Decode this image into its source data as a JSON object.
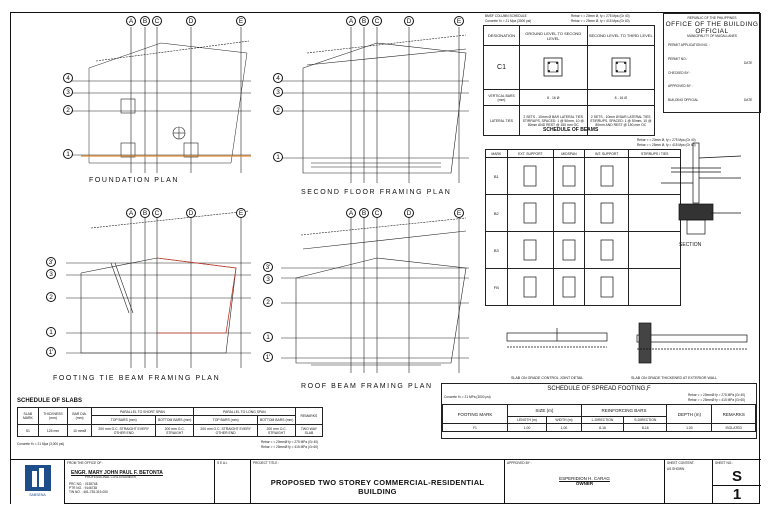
{
  "plans": {
    "foundation": "FOUNDATION PLAN",
    "second_floor": "SECOND FLOOR FRAMING PLAN",
    "footing_tie": "FOOTING TIE BEAM FRAMING PLAN",
    "roof_beam": "ROOF BEAM FRAMING PLAN"
  },
  "grid_letters": [
    "A",
    "B",
    "C",
    "D",
    "E"
  ],
  "grid_numbers_top": [
    "4",
    "3",
    "2",
    "1"
  ],
  "grid_numbers_bottom": [
    "3'",
    "3",
    "2",
    "1",
    "1'"
  ],
  "column_schedule": {
    "title": "BMSF COLUMN SCHEDULE",
    "note1": "Concrete f'c = 21 Mpa (3000 psi)",
    "note2a": "Rebar < = 20mm Ø, fy = 275 Mpa (Gr 40)",
    "note2b": "Rebar > = 25mm Ø, fy = 415 Mpa (Gr 60)",
    "headers": [
      "DESIGNATION",
      "GROUND LEVEL TO SECOND LEVEL",
      "SECOND LEVEL TO THIRD LEVEL"
    ],
    "mark": "C1",
    "row_vertical": "VERTICAL BARS (mm)",
    "row_lateral": "LATERAL TIES",
    "vbars1": "8 - 16 Ø",
    "vbars2": "8 - 16 Ø",
    "ties1": "2 SETS - 10mm Ø BAR LATERAL TIES STIRRUPS, SPACED: 1 @ 50mm, 10 @ 80mm AND REST @ 150 mm OC",
    "ties2": "2 SETS - 10mm Ø BAR LATERAL TIES STIRRUPS, SPACED: 1 @ 50mm, 10 @ 80mm AND REST @ 150 mm OC"
  },
  "approval": {
    "republic": "REPUBLIC OF THE PHILIPPINES",
    "office1": "OFFICE OF THE BUILDING",
    "office2": "OFFICIAL",
    "place": "MUNICIPALITY OF MAGALLANES",
    "permit_no": "PERMIT NO.:",
    "permit_app": "PERMIT APPLICATION NO. :",
    "date1": "DATE",
    "checked": "CHECKED BY :",
    "approved": "APPROVED BY :",
    "official": "BUILDING OFFICIAL",
    "date2": "DATE"
  },
  "beams": {
    "title": "SCHEDULE OF BEAMS",
    "notes": [
      "Rebar < = 20mm Ø, fy = 275 Mpa (Gr 40)",
      "Rebar > = 25mm Ø, fy = 415 Mpa (Gr 60)"
    ],
    "headers": [
      "MARK",
      "EXT. SUPPORT",
      "MIDSPAN",
      "INT. SUPPORT",
      "STIRRUPS / TIES"
    ],
    "rows": [
      "B1",
      "B2",
      "B3",
      "FB"
    ]
  },
  "section": {
    "label": "SECTION"
  },
  "details": {
    "left": "SLAB ON GRADE CONTROL JOINT DETAIL",
    "right": "SLAB ON GRADE THICKENED AT EXTERIOR WALL"
  },
  "slabs": {
    "title": "SCHEDULE OF SLABS",
    "headers": [
      "SLAB MARK",
      "THICKNESS (mm)",
      "BAR DIA. (mm)",
      "PARALLEL TO SHORT SPAN",
      "PARALLEL TO LONG SPAN",
      "REMARKS"
    ],
    "sub": [
      "TOP BARS (mm)",
      "BOTTOM BARS (mm)",
      "TOP BARS (mm)",
      "BOTTOM BARS (mm)"
    ],
    "row": [
      "S1",
      "125 mm",
      "10 mmØ",
      "200 mm O.C. STRAIGHT EVERY OTHER END",
      "200 mm O.C. STRAIGHT",
      "200 mm O.C. STRAIGHT EVERY OTHER END",
      "200 mm O.C. STRAIGHT",
      "TWO WAY SLAB"
    ],
    "note_left": "Concrete f'c = 21 Mpa (3,000 psi)",
    "note_right1": "Rebar < = 20mmØ fy = 275 MPa (Gr 40)",
    "note_right2": "Rebar > = 25mmØ fy = 415 MPa (Gr 60)"
  },
  "footing": {
    "title": "SCHEDULE OF SPREAD FOOTING,F",
    "concrete": "Concrete f'c = 21 MPa (3000 psi)",
    "rebar1": "Rebar < = 20mmØ fy = 275 MPa (Gr 40)",
    "rebar2": "Rebar > = 25mmØ fy = 415 MPa (Gr 60)",
    "headers": [
      "FOOTING MARK",
      "SIZE (m)",
      "REINFORCING BARS",
      "DEPTH (m)",
      "REMARKS"
    ],
    "sub": [
      "LENGTH (m)",
      "WIDTH (m)",
      "L-DIRECTION",
      "S-DIRECTION"
    ],
    "row": [
      "F1",
      "1.00",
      "1.00",
      "8-16",
      "8-16",
      "1.00",
      "ISOLATED"
    ]
  },
  "title_block": {
    "from_office": "FROM THE OFFICE OF :",
    "seal": "S E A L",
    "project_title": "PROJECT TITLE :",
    "approved_by": "APPROVED BY :",
    "sheet_content": "SHEET CONTENT:",
    "sheet_no": "SHEET NO.:",
    "engineer": "ENGR. MARY JOHN PAUL F. BETONTA",
    "profession": "PROFESSIONAL CIVIL ENGINEER",
    "prc": "PRC NO. : 0138748",
    "ptr": "PTR NO. : 9146738",
    "tin": "TIN NO. : 461-735-319-000",
    "logo_text": "SABSENA",
    "project": "PROPOSED  TWO STOREY COMMERCIAL-RESIDENTIAL BUILDING",
    "owner": "ESPERIDION H. CARAG",
    "owner_role": "OWNER",
    "sheet_letter": "S",
    "sheet_num": "1",
    "as_shown": "AS SHOWN"
  }
}
